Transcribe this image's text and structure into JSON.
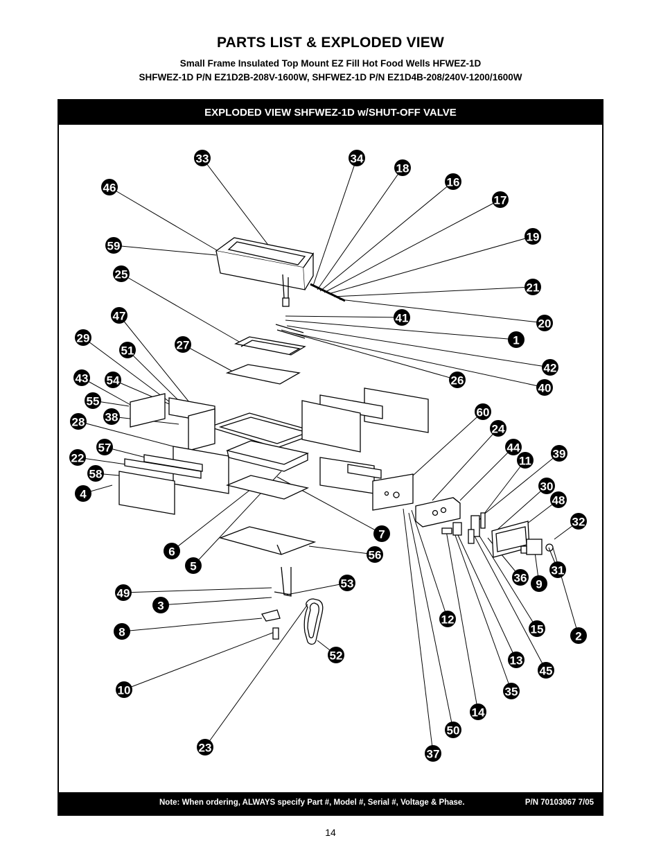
{
  "header": {
    "title": "PARTS LIST & EXPLODED VIEW",
    "subtitle_line1": "Small Frame Insulated Top Mount EZ Fill Hot Food Wells  HFWEZ-1D",
    "subtitle_line2": "SHFWEZ-1D P/N EZ1D2B-208V-1600W, SHFWEZ-1D P/N EZ1D4B-208/240V-1200/1600W"
  },
  "panel": {
    "heading": "EXPLODED VIEW  SHFWEZ-1D w/SHUT-OFF VALVE",
    "footer_note": "Note: When ordering, ALWAYS specify Part #, Model #, Serial #, Voltage & Phase.",
    "footer_pn": "P/N 70103067 7/05"
  },
  "callouts": [
    "33",
    "34",
    "18",
    "16",
    "17",
    "19",
    "21",
    "20",
    "46",
    "59",
    "25",
    "41",
    "1",
    "47",
    "29",
    "51",
    "27",
    "42",
    "26",
    "40",
    "43",
    "54",
    "55",
    "38",
    "28",
    "60",
    "24",
    "44",
    "11",
    "39",
    "57",
    "22",
    "58",
    "4",
    "30",
    "48",
    "32",
    "7",
    "6",
    "56",
    "36",
    "9",
    "31",
    "5",
    "53",
    "49",
    "3",
    "8",
    "12",
    "15",
    "2",
    "52",
    "13",
    "45",
    "10",
    "35",
    "14",
    "50",
    "23",
    "37"
  ],
  "page_number": "14"
}
